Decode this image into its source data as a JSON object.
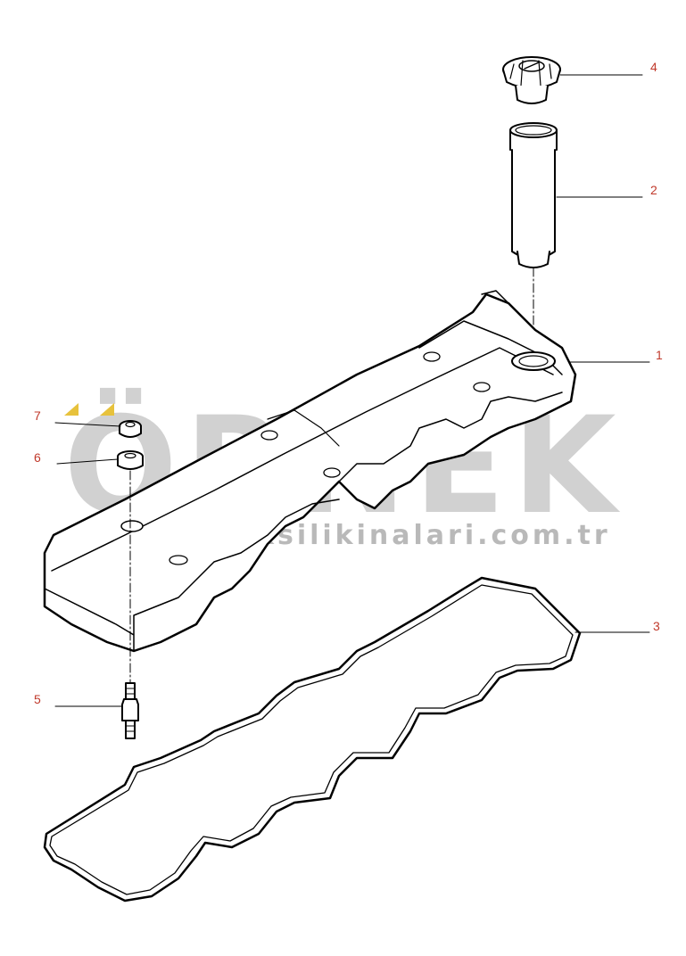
{
  "watermark": {
    "brand": "ÖRNEK",
    "url": "www.orneksilikinalari.com.tr",
    "accent_color": "#e7c23c"
  },
  "callouts": [
    {
      "id": "callout-1",
      "label": "1"
    },
    {
      "id": "callout-2",
      "label": "2"
    },
    {
      "id": "callout-3",
      "label": "3"
    },
    {
      "id": "callout-4",
      "label": "4"
    },
    {
      "id": "callout-5",
      "label": "5"
    },
    {
      "id": "callout-6",
      "label": "6"
    },
    {
      "id": "callout-7",
      "label": "7"
    }
  ],
  "colors": {
    "outline": "#000000",
    "callout_text": "#c0392b",
    "watermark_text": "#c9c9c9"
  }
}
